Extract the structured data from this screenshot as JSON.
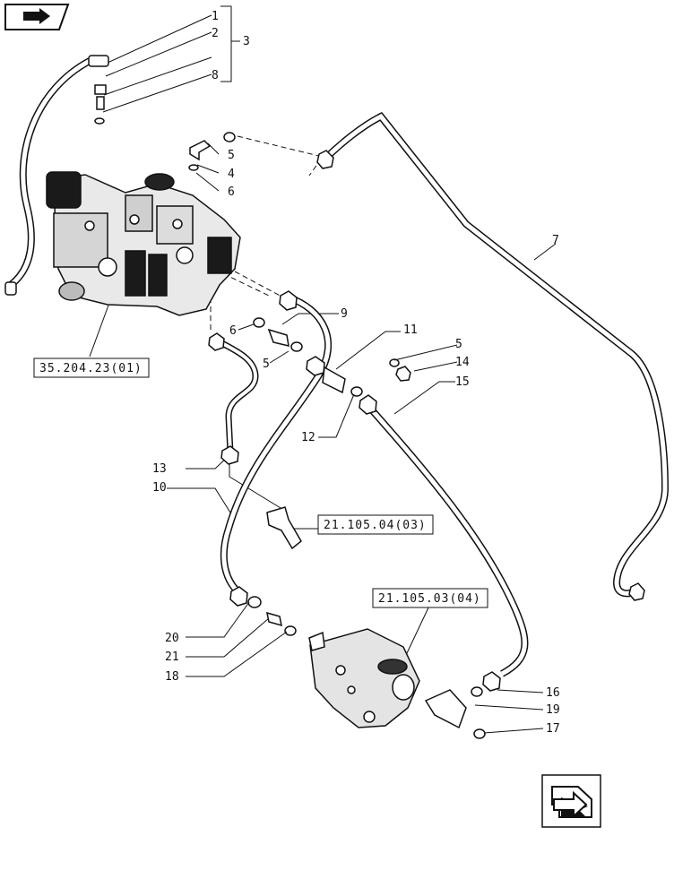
{
  "diagram": {
    "callouts": {
      "c1": "1",
      "c2": "2",
      "c3": "3",
      "c8": "8",
      "c5a": "5",
      "c4": "4",
      "c6a": "6",
      "c7": "7",
      "c9": "9",
      "c6b": "6",
      "c5b": "5",
      "c11": "11",
      "c5c": "5",
      "c14": "14",
      "c15": "15",
      "c12": "12",
      "c13": "13",
      "c10": "10",
      "c20": "20",
      "c21": "21",
      "c18": "18",
      "c16": "16",
      "c19": "19",
      "c17": "17"
    },
    "references": {
      "ref_valve": "35.204.23(01)",
      "ref_tee": "21.105.04(03)",
      "ref_block": "21.105.03(04)"
    }
  },
  "icons": {
    "top_left": "back-page-icon",
    "bottom_right": "next-page-icon"
  },
  "colors": {
    "ink": "#111111",
    "paper": "#ffffff"
  }
}
